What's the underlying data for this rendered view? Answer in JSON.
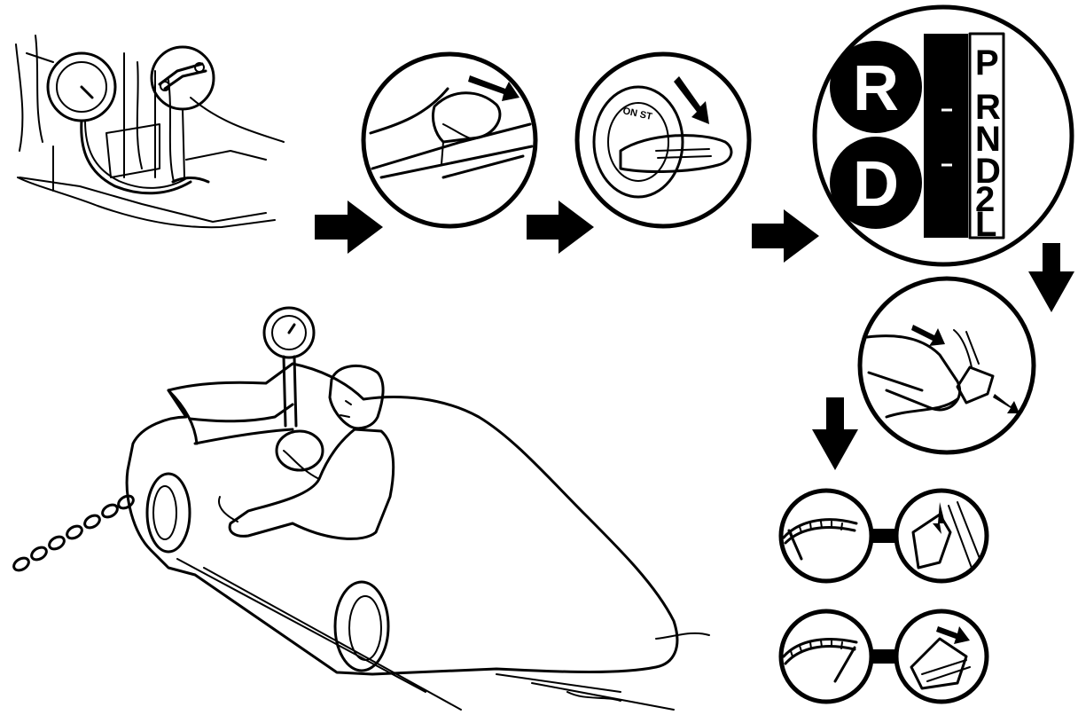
{
  "gear_selector": {
    "reverse_badge": "R",
    "drive_badge": "D",
    "quadrant_letters": [
      "P",
      "R",
      "N",
      "D",
      "2",
      "L"
    ]
  },
  "ignition": {
    "key_label": "ON ST"
  },
  "colors": {
    "ink": "#000000",
    "paper": "#ffffff"
  }
}
